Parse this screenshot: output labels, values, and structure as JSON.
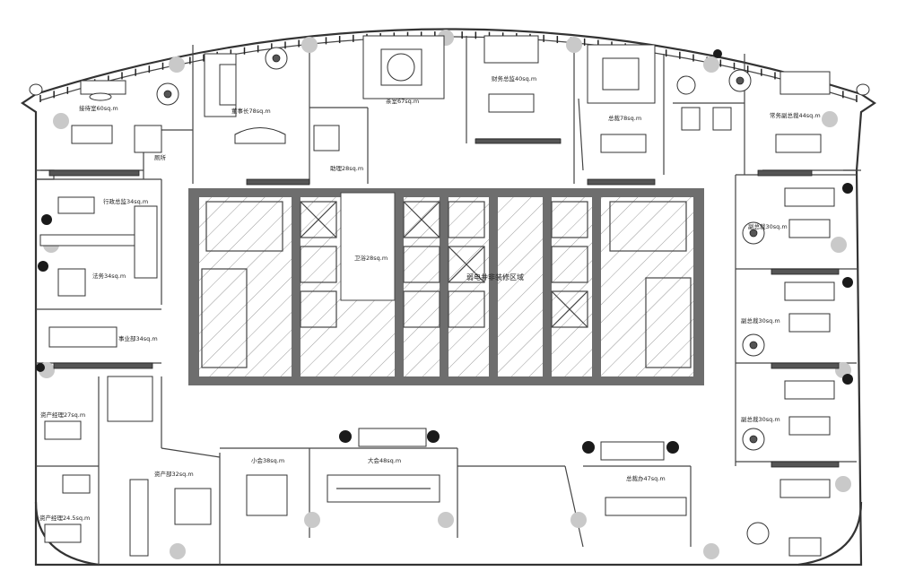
{
  "rooms": {
    "reception": "接待室60sq.m",
    "chairman": "董事长78sq.m",
    "tea": "茶室67sq.m",
    "finance_director": "财务总监40sq.m",
    "general_manager": "总裁78sq.m",
    "vice_gm": "常务副总裁44sq.m",
    "bath": "厕所",
    "assistant": "助理28sq.m",
    "admin_director": "行政总监34sq.m",
    "legal": "法务34sq.m",
    "business_dept": "事业部34sq.m",
    "asset_manager_1": "资产经理27sq.m",
    "asset_manager_2": "资产经理24.5sq.m",
    "asset_dept": "资产部32sq.m",
    "small_meeting": "小会38sq.m",
    "large_meeting": "大会48sq.m",
    "sales_office": "总裁办47sq.m",
    "vp_1": "副总裁30sq.m",
    "vp_2": "副总裁30sq.m",
    "vp_3": "副总裁30sq.m",
    "toilet": "卫浴28sq.m",
    "core": "弱电井非装修区域"
  }
}
